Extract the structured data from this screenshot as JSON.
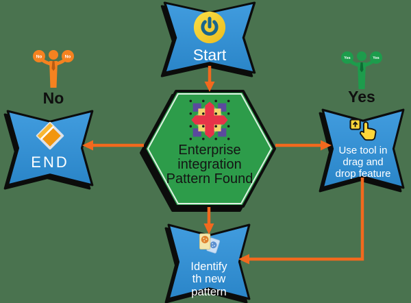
{
  "title": "Enterprise integration pattern flowchart",
  "colors": {
    "background": "#4a734f",
    "badge_blue": "#2e8ed3",
    "badge_blue_light": "#419cde",
    "hexagon_green": "#2d9c4a",
    "arrow_orange": "#f2691e",
    "outline_black": "#0c0c0c",
    "no_person_orange": "#f58220",
    "yes_person_green": "#1d9c4c",
    "power_yellow": "#f8d832",
    "power_symbol_teal": "#19658c",
    "text_white": "#ffffff",
    "text_black": "#141414"
  },
  "nodes": {
    "start": {
      "label": "Start",
      "icon": "power-icon"
    },
    "decision": {
      "line1": "Enterprise",
      "line2": "integration",
      "line3": "Pattern Found",
      "icon": "integration-pattern-icon"
    },
    "end_node": {
      "label": "END",
      "icon": "diamond-tag-icon"
    },
    "use_tool": {
      "line1": "Use tool in",
      "line2": "drag and",
      "line3": "drop feature",
      "icon": "drag-drop-hand-icon"
    },
    "identify": {
      "line1": "Identify",
      "line2": "th new",
      "line3": "pattern",
      "icon": "pattern-cards-icon"
    }
  },
  "branches": {
    "no": {
      "label": "No",
      "hand_left": "No",
      "hand_right": "No"
    },
    "yes": {
      "label": "Yes",
      "hand_left": "Yes",
      "hand_right": "Yes"
    }
  }
}
